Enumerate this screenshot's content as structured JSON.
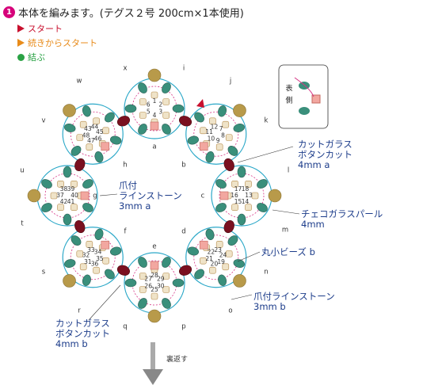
{
  "title": {
    "num": "1",
    "text": "本体を編みます。(テグス２号 200cm×1本使用)"
  },
  "legend": [
    {
      "label": "スタート",
      "color": "#c8102e",
      "shape": "triangle",
      "text_color": "#c8102e"
    },
    {
      "label": "続きからスタート",
      "color": "#e88b1a",
      "shape": "triangle",
      "text_color": "#e88b1a"
    },
    {
      "label": "結ぶ",
      "color": "#2aa245",
      "shape": "dot",
      "text_color": "#2aa245"
    }
  ],
  "callouts": {
    "cut_a": "カットガラス\nボタンカット\n4mm a",
    "czech": "チェコガラスパール\n4mm",
    "round": "丸小ビーズ b",
    "claw_b": "爪付ラインストーン\n3mm b",
    "cut_b": "カットガラス\nボタンカット\n4mm b",
    "claw_a": "爪付\nラインストーン\n3mm a"
  },
  "inset_label": "表\n側",
  "next_label": "裏返す",
  "bead_numbers": [
    "1",
    "2",
    "3",
    "4",
    "5",
    "6",
    "7",
    "8",
    "9",
    "10",
    "11",
    "12",
    "13",
    "14",
    "15",
    "16",
    "17",
    "18",
    "19",
    "20",
    "21",
    "22",
    "23",
    "24",
    "25",
    "26",
    "27",
    "28",
    "29",
    "30",
    "31",
    "32",
    "33",
    "34",
    "35",
    "36",
    "37",
    "38",
    "39",
    "40",
    "41",
    "42",
    "43",
    "44",
    "45",
    "46",
    "47",
    "48"
  ],
  "letters": {
    "a": "a",
    "b": "b",
    "c": "c",
    "d": "d",
    "e": "e",
    "f": "f",
    "g": "g",
    "h": "h",
    "i": "i",
    "j": "j",
    "k": "k",
    "l": "l",
    "m": "m",
    "n": "n",
    "o": "o",
    "p": "p",
    "q": "q",
    "r": "r",
    "s": "s",
    "t": "t",
    "u": "u",
    "v": "v",
    "w": "w",
    "x": "x"
  },
  "colors": {
    "green": "#3a8f7b",
    "olive": "#b89a4a",
    "dark_red": "#7a1020",
    "line_teal": "#2ba8c8",
    "line_pink": "#d63384",
    "stone": "#f2a7a0"
  }
}
